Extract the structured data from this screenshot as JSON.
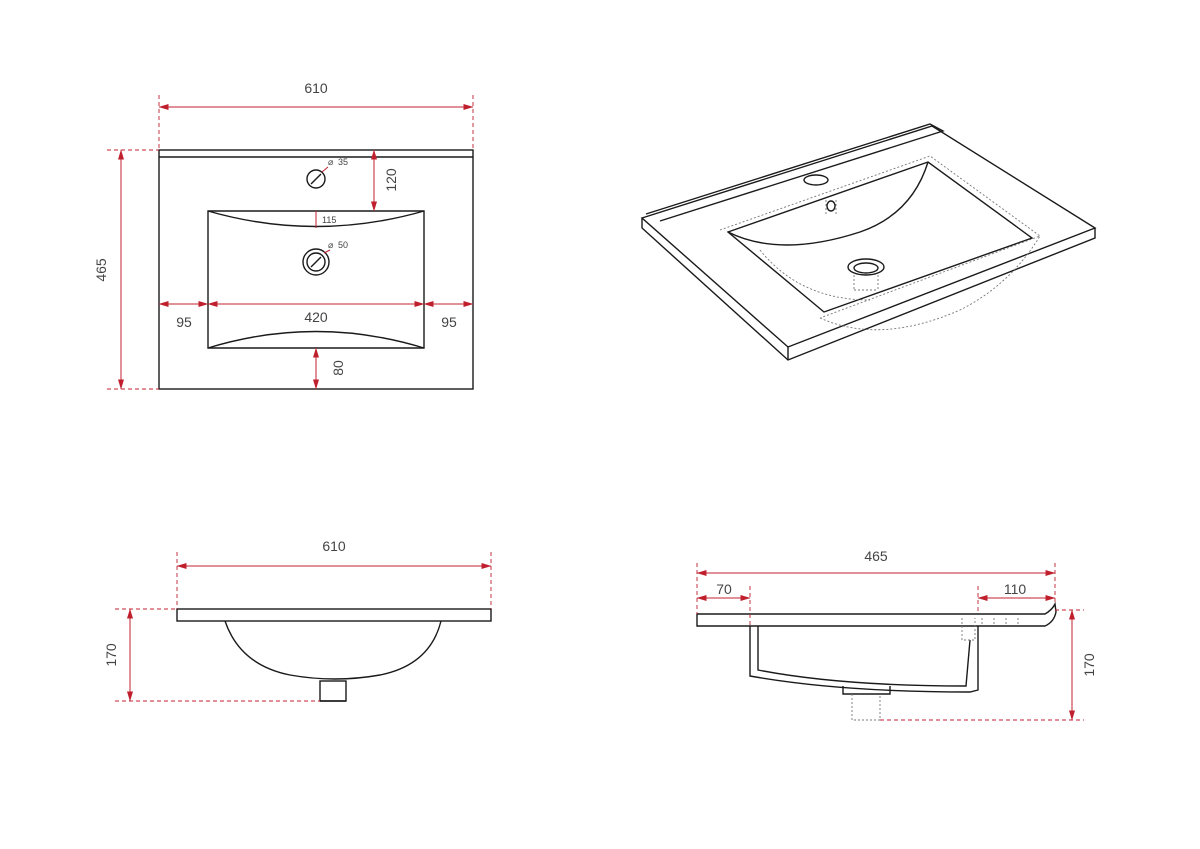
{
  "views": {
    "top": {
      "width": "610",
      "depth": "465",
      "faucet_offset": "120",
      "bowl_depth_label": "115",
      "faucet_hole": "35",
      "drain_hole": "50",
      "bowl_width": "420",
      "side_left": "95",
      "side_right": "95",
      "front_margin": "80"
    },
    "front": {
      "width": "610",
      "height": "170"
    },
    "side": {
      "depth": "465",
      "front_offset": "70",
      "back_offset": "110",
      "height": "170"
    }
  },
  "colors": {
    "dimension": "#c0202e",
    "outline": "#1a1a1a",
    "hidden": "#777777"
  }
}
